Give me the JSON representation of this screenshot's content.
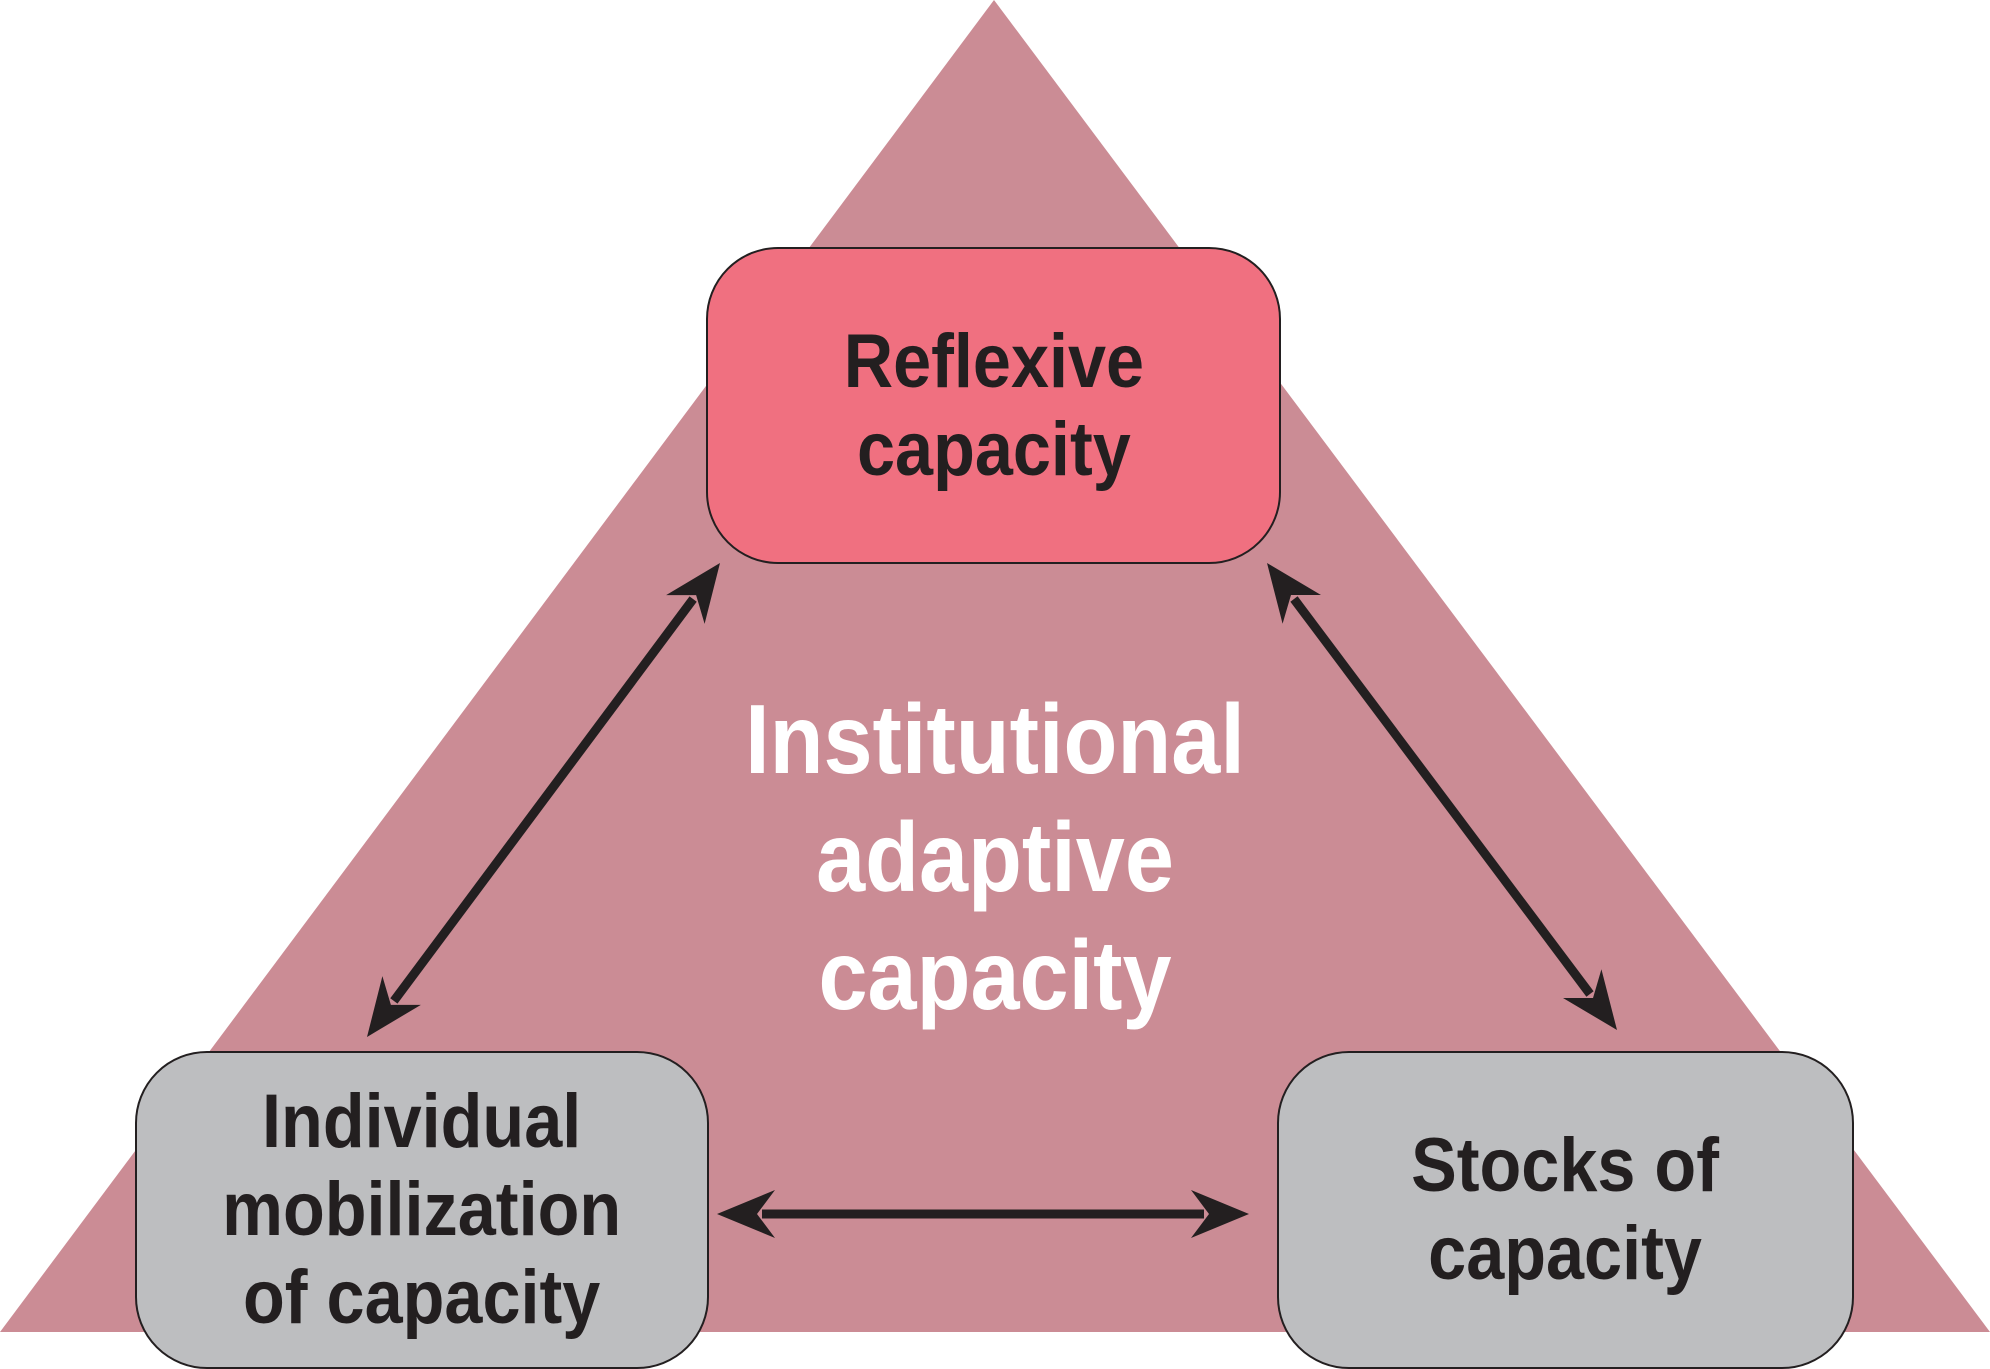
{
  "diagram": {
    "type": "triangle-framework",
    "colors": {
      "triangle_fill": "#CB8C95",
      "top_box_fill": "#F07080",
      "side_box_fill": "#BDBEC0",
      "text_dark": "#231F20",
      "text_light": "#FFFFFF",
      "arrow": "#231F20"
    },
    "center_label": "Institutional\nadaptive\ncapacity",
    "nodes": [
      {
        "id": "reflexive",
        "label": "Reflexive\ncapacity",
        "position": "top"
      },
      {
        "id": "individual",
        "label": "Individual\nmobilization\nof capacity",
        "position": "bottom-left"
      },
      {
        "id": "stocks",
        "label": "Stocks of\ncapacity",
        "position": "bottom-right"
      }
    ],
    "edges": [
      {
        "from": "reflexive",
        "to": "individual",
        "direction": "bidirectional"
      },
      {
        "from": "reflexive",
        "to": "stocks",
        "direction": "bidirectional"
      },
      {
        "from": "individual",
        "to": "stocks",
        "direction": "bidirectional"
      }
    ]
  }
}
